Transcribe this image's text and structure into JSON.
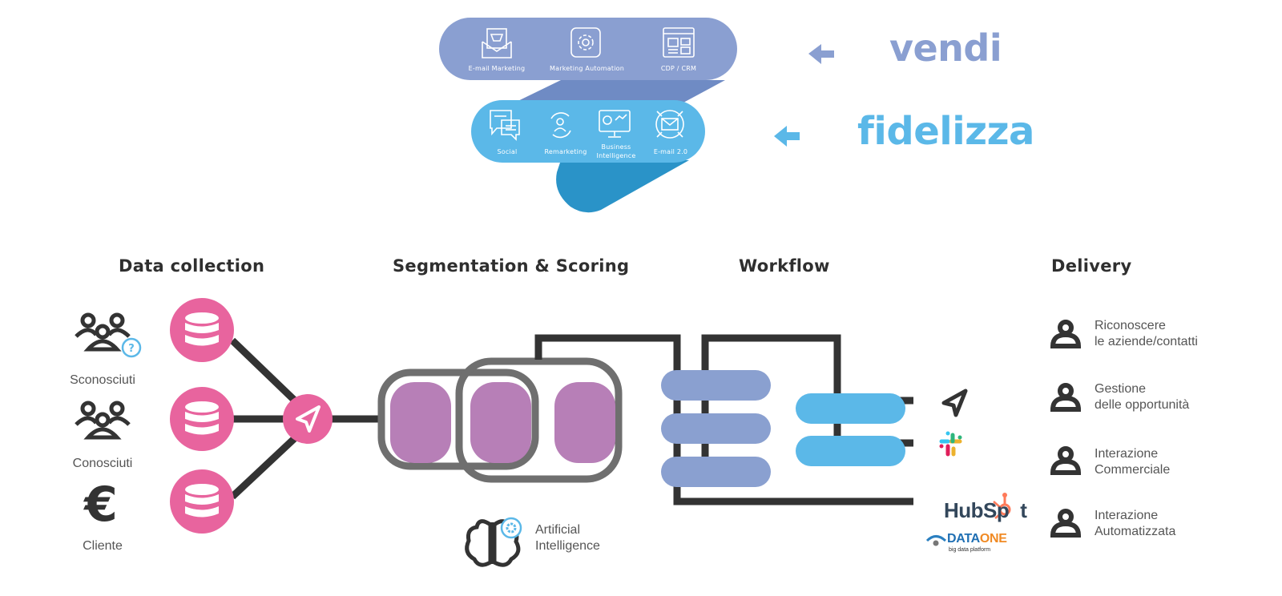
{
  "colors": {
    "vendi": "#8a9fd1",
    "fidelizza": "#5bb8e8",
    "tail": "#2a93c8",
    "pink": "#e8649e",
    "purple": "#b77fb7",
    "grey_frame": "#6f6f6f",
    "dark_line": "#333333",
    "workflow_a": "#8aa0d0",
    "workflow_b": "#5bb8e8"
  },
  "top_funnel": {
    "vendi_band": {
      "items": [
        {
          "label": "E-mail Marketing",
          "icon": "email-cart-icon"
        },
        {
          "label": "Marketing Automation",
          "icon": "gear-icon"
        },
        {
          "label": "CDP / CRM",
          "icon": "dashboard-window-icon"
        }
      ]
    },
    "fidelizza_band": {
      "items": [
        {
          "label": "Social",
          "icon": "chat-bubbles-icon"
        },
        {
          "label": "Remarketing",
          "icon": "user-cycle-icon"
        },
        {
          "label": "Business Intelligence",
          "label_line1": "Business",
          "label_line2": "Intelligence",
          "icon": "monitor-chart-icon"
        },
        {
          "label": "E-mail 2.0",
          "icon": "email-target-icon"
        }
      ]
    },
    "words": {
      "vendi": "vendi",
      "fidelizza": "fidelizza"
    }
  },
  "sections": {
    "data_collection": "Data collection",
    "segmentation": "Segmentation & Scoring",
    "workflow": "Workflow",
    "delivery": "Delivery"
  },
  "sources": [
    {
      "label": "Sconosciuti",
      "icon": "group-unknown-icon"
    },
    {
      "label": "Conosciuti",
      "icon": "group-icon"
    },
    {
      "label": "Cliente",
      "icon": "euro-icon"
    }
  ],
  "ai": {
    "line1": "Artificial",
    "line2": "Intelligence"
  },
  "integrations": {
    "hubspot": {
      "text_a": "HubSp",
      "text_b": "t"
    },
    "dataone": {
      "text_a": "DATA",
      "text_b": "ONE",
      "sub": "big data platform"
    }
  },
  "delivery": [
    {
      "line1": "Riconoscere",
      "line2": "le aziende/contatti"
    },
    {
      "line1": "Gestione",
      "line2": "delle opportunità"
    },
    {
      "line1": "Interazione",
      "line2": "Commerciale"
    },
    {
      "line1": "Interazione",
      "line2": "Automatizzata"
    }
  ]
}
